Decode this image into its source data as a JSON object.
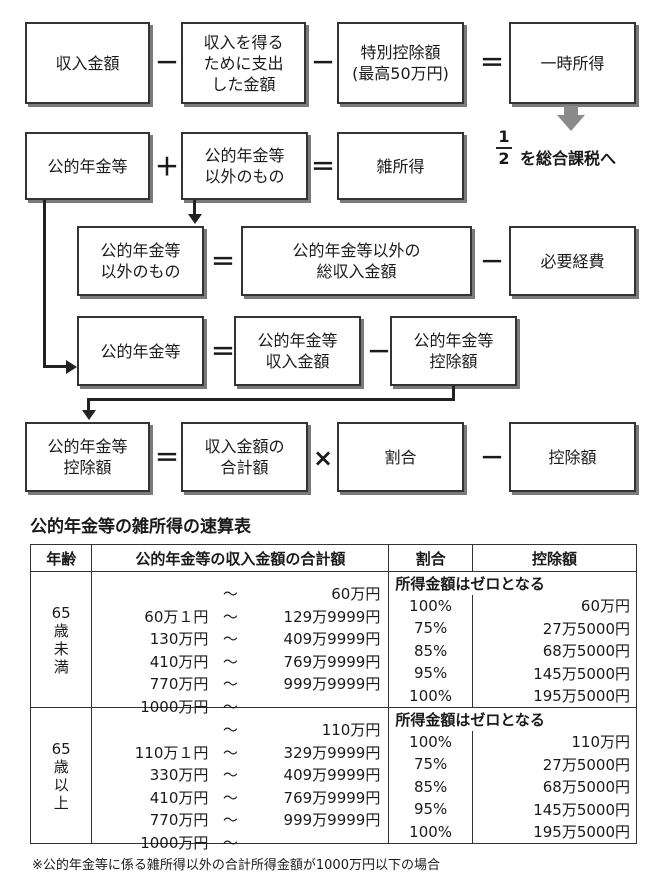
{
  "formulas": {
    "row1": {
      "box1": "収入金額",
      "op1": "－",
      "box2": "収入を得る\nために支出\nした金額",
      "op2": "－",
      "box3": "特別控除額\n(最高50万円)",
      "op3": "＝",
      "box4": "一時所得",
      "half_num": "1",
      "half_den": "2",
      "tax_note": "を総合課税へ"
    },
    "row2": {
      "box1": "公的年金等",
      "op1": "＋",
      "box2": "公的年金等\n以外のもの",
      "op2": "＝",
      "box3": "雑所得"
    },
    "row3": {
      "box1": "公的年金等\n以外のもの",
      "op1": "＝",
      "box2": "公的年金等以外の\n総収入金額",
      "op2": "－",
      "box3": "必要経費"
    },
    "row4": {
      "box1": "公的年金等",
      "op1": "＝",
      "box2": "公的年金等\n収入金額",
      "op2": "－",
      "box3": "公的年金等\n控除額"
    },
    "row5": {
      "box1": "公的年金等\n控除額",
      "op1": "＝",
      "box2": "収入金額の\n合計額",
      "op2": "×",
      "box3": "割合",
      "op3": "－",
      "box4": "控除額"
    }
  },
  "table": {
    "title": "公的年金等の雑所得の速算表",
    "headers": [
      "年齢",
      "公的年金等の収入金額の合計額",
      "割合",
      "控除額"
    ],
    "groups": [
      {
        "age_lines": [
          "65",
          "歳",
          "未",
          "満"
        ],
        "rows": [
          {
            "lo": "",
            "tilde": "〜",
            "hi": "60万円",
            "rate": "所得金額はゼロとなる",
            "ded": ""
          },
          {
            "lo": "60万１円",
            "tilde": "〜",
            "hi": "129万9999円",
            "rate": "100%",
            "ded": "60万円"
          },
          {
            "lo": "130万円",
            "tilde": "〜",
            "hi": "409万9999円",
            "rate": "75%",
            "ded": "27万5000円"
          },
          {
            "lo": "410万円",
            "tilde": "〜",
            "hi": "769万9999円",
            "rate": "85%",
            "ded": "68万5000円"
          },
          {
            "lo": "770万円",
            "tilde": "〜",
            "hi": "999万9999円",
            "rate": "95%",
            "ded": "145万5000円"
          },
          {
            "lo": "1000万円",
            "tilde": "〜",
            "hi": "",
            "rate": "100%",
            "ded": "195万5000円"
          }
        ]
      },
      {
        "age_lines": [
          "65",
          "歳",
          "以",
          "上"
        ],
        "rows": [
          {
            "lo": "",
            "tilde": "〜",
            "hi": "110万円",
            "rate": "所得金額はゼロとなる",
            "ded": ""
          },
          {
            "lo": "110万１円",
            "tilde": "〜",
            "hi": "329万9999円",
            "rate": "100%",
            "ded": "110万円"
          },
          {
            "lo": "330万円",
            "tilde": "〜",
            "hi": "409万9999円",
            "rate": "75%",
            "ded": "27万5000円"
          },
          {
            "lo": "410万円",
            "tilde": "〜",
            "hi": "769万9999円",
            "rate": "85%",
            "ded": "68万5000円"
          },
          {
            "lo": "770万円",
            "tilde": "〜",
            "hi": "999万9999円",
            "rate": "95%",
            "ded": "145万5000円"
          },
          {
            "lo": "1000万円",
            "tilde": "〜",
            "hi": "",
            "rate": "100%",
            "ded": "195万5000円"
          }
        ]
      }
    ],
    "footnote": "※公的年金等に係る雑所得以外の合計所得金額が1000万円以下の場合"
  }
}
